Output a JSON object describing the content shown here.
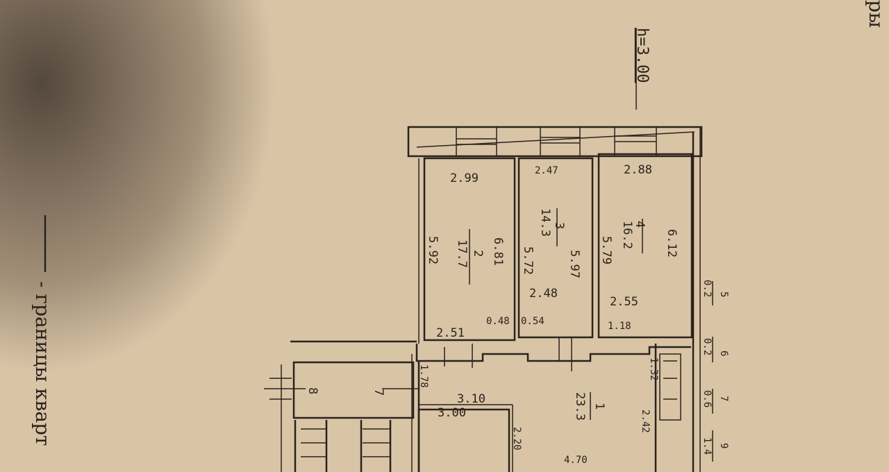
{
  "header": {
    "ceiling_height": "h=3.00",
    "corner_text": "ры"
  },
  "legend": {
    "text": "- границы кварт"
  },
  "rooms": [
    {
      "number": "2",
      "area": "17.7",
      "dims": [
        "2.99",
        "5.92",
        "6.81",
        "2.51",
        "0.48"
      ]
    },
    {
      "number": "3",
      "area": "14.3",
      "dims": [
        "2.47",
        "5.72",
        "5.97",
        "2.48",
        "0.54"
      ]
    },
    {
      "number": "4",
      "area": "16.2",
      "dims": [
        "2.88",
        "5.79",
        "6.12",
        "2.55",
        "1.18"
      ]
    },
    {
      "number": "1",
      "area": "23.3",
      "dims": [
        "1.78",
        "3.10",
        "3.00",
        "2.20",
        "1.32",
        "2.42",
        "4.70"
      ]
    }
  ],
  "stair_labels": [
    "8",
    "7"
  ],
  "side_fractions": [
    {
      "number": "5",
      "area": "0.2"
    },
    {
      "number": "6",
      "area": "0.2"
    },
    {
      "number": "7",
      "area": "0.6"
    },
    {
      "number": "9",
      "area": "1.4"
    }
  ]
}
